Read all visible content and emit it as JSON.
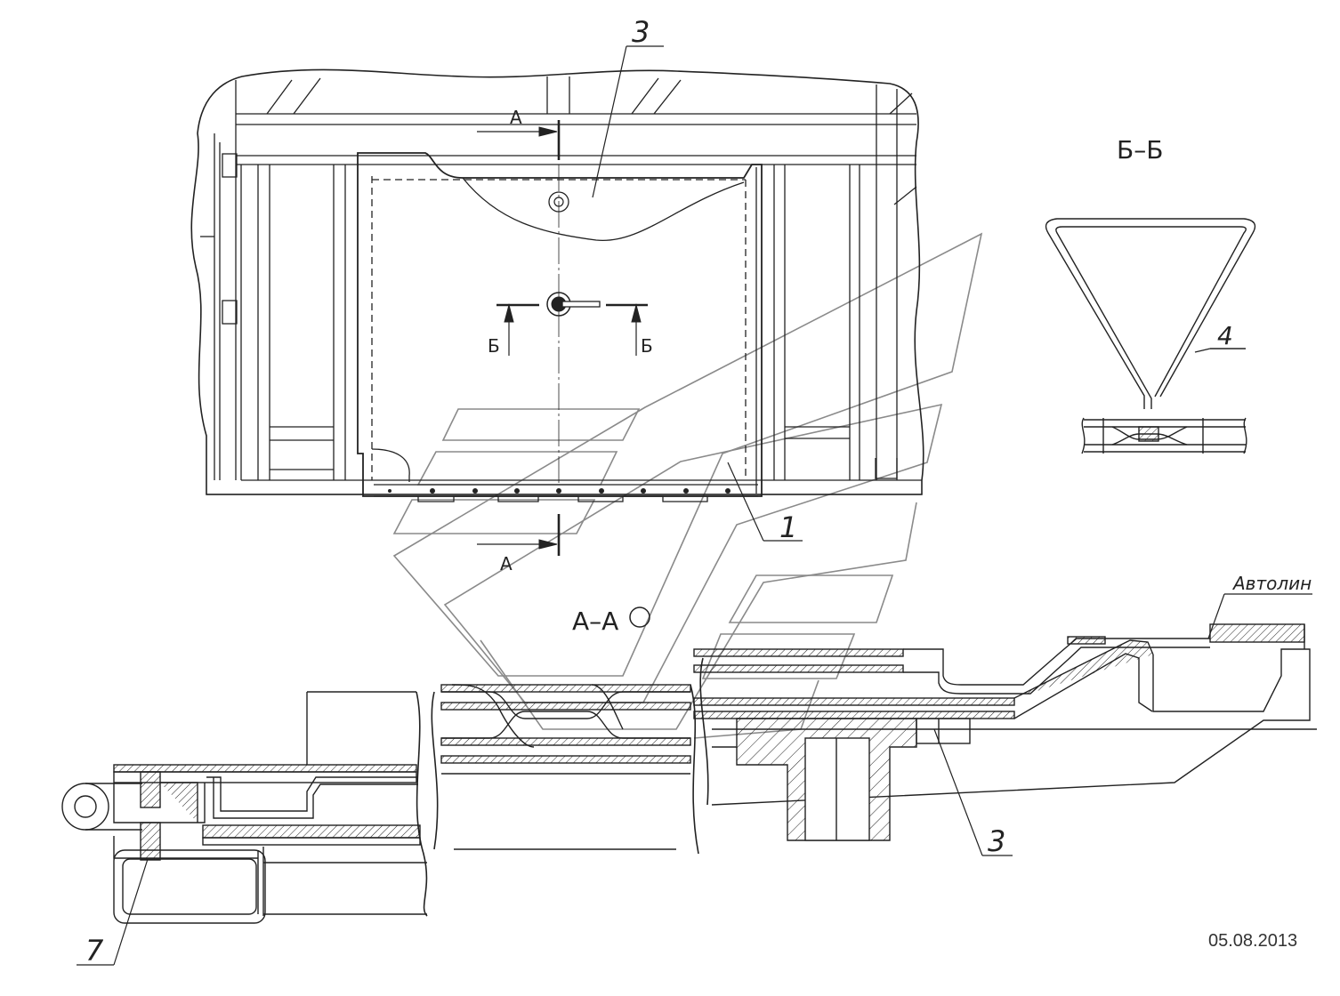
{
  "drawing": {
    "callouts": {
      "c1": "1",
      "c3_top": "3",
      "c3_bottom": "3",
      "c4": "4",
      "c7": "7"
    },
    "section_a_marks": {
      "top": "А",
      "bottom": "А"
    },
    "section_b_marks": {
      "left": "Б",
      "right": "Б"
    },
    "section_bb_title": "Б–Б",
    "section_aa_title": "А–А",
    "material_note": "Автолин",
    "date": "05.08.2013"
  },
  "colors": {
    "line": "#222222",
    "watermark": "#8a8a8a",
    "background": "#ffffff"
  }
}
